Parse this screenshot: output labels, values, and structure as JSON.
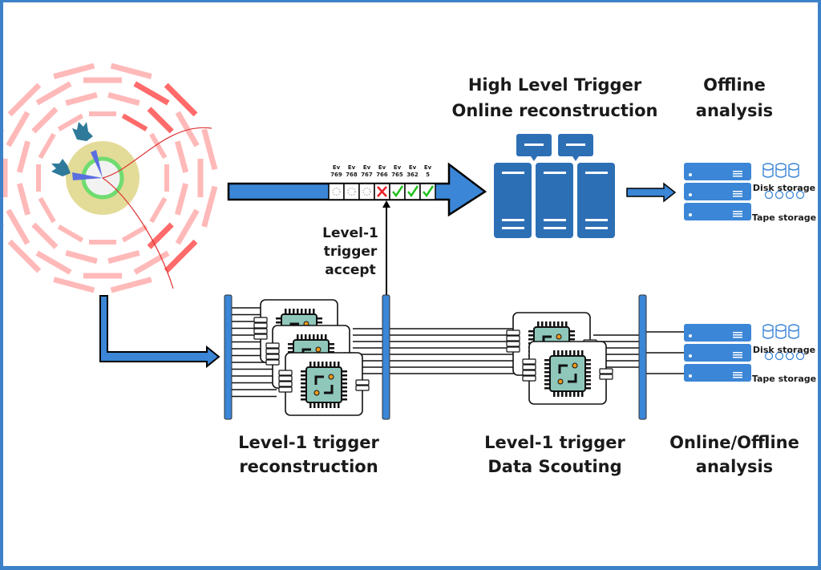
{
  "colors": {
    "frame": "#3d82c8",
    "arrow_fill": "#3b86d6",
    "server": "#2d6fb5",
    "storage": "#3b86d6",
    "detector_light": "#ffb9b9",
    "detector_hit": "#ff6b6b",
    "chip": "#8fc7bb",
    "chip_dot": "#f19a1a",
    "accept": "#22c01e",
    "reject": "#e8202a"
  },
  "labels": {
    "hlt_line1": "High Level Trigger",
    "hlt_line2": "Online reconstruction",
    "offline_line1": "Offline",
    "offline_line2": "analysis",
    "l1_accept_line1": "Level-1",
    "l1_accept_line2": "trigger",
    "l1_accept_line3": "accept",
    "l1_reco_line1": "Level-1 trigger",
    "l1_reco_line2": "reconstruction",
    "l1_scout_line1": "Level-1 trigger",
    "l1_scout_line2": "Data Scouting",
    "onoff_line1": "Online/Offline",
    "onoff_line2": "analysis"
  },
  "events": [
    {
      "label_top": "Ev",
      "label_num": "769",
      "status": "pending"
    },
    {
      "label_top": "Ev",
      "label_num": "768",
      "status": "pending"
    },
    {
      "label_top": "Ev",
      "label_num": "767",
      "status": "pending"
    },
    {
      "label_top": "Ev",
      "label_num": "766",
      "status": "rejected"
    },
    {
      "label_top": "Ev",
      "label_num": "765",
      "status": "accepted"
    },
    {
      "label_top": "Ev",
      "label_num": "362",
      "status": "accepted"
    },
    {
      "label_top": "Ev",
      "label_num": "5",
      "status": "accepted"
    }
  ],
  "storage_top": {
    "disk_label": "Disk storage",
    "tape_label": "Tape storage"
  },
  "storage_bottom": {
    "disk_label": "Disk storage",
    "tape_label": "Tape storage"
  }
}
